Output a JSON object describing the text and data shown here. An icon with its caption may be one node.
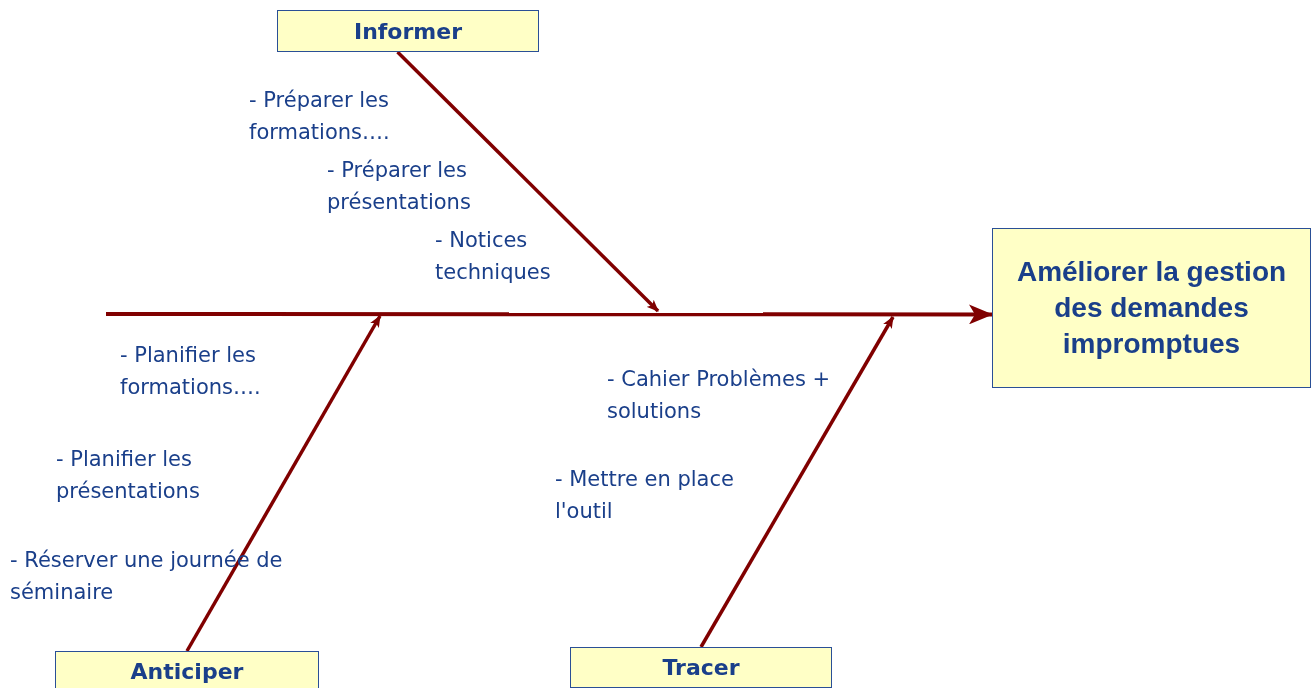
{
  "diagram": {
    "nodes": [
      {
        "text": [
          "Informer"
        ]
      },
      {
        "text": [
          "Anticiper"
        ]
      },
      {
        "text": [
          "Tracer"
        ]
      },
      {
        "text": [
          "Améliorer la gestion des demandes impromptues"
        ]
      }
    ],
    "edges": [
      {
        "from": null,
        "to": 3,
        "arrow": "to"
      },
      {
        "from": 0,
        "to": null,
        "arrow": "to"
      },
      {
        "from": 1,
        "to": null,
        "arrow": "to"
      },
      {
        "from": 2,
        "to": null,
        "arrow": "to"
      }
    ],
    "labels": [
      "- Préparer les formations….",
      "- Préparer les présentations",
      "- Notices techniques",
      "- Planifier les formations….",
      "- Cahier Problèmes + solutions",
      "- Planifier les présentations",
      "- Mettre en place l'outil",
      "- Réserver une journée de séminaire"
    ]
  }
}
